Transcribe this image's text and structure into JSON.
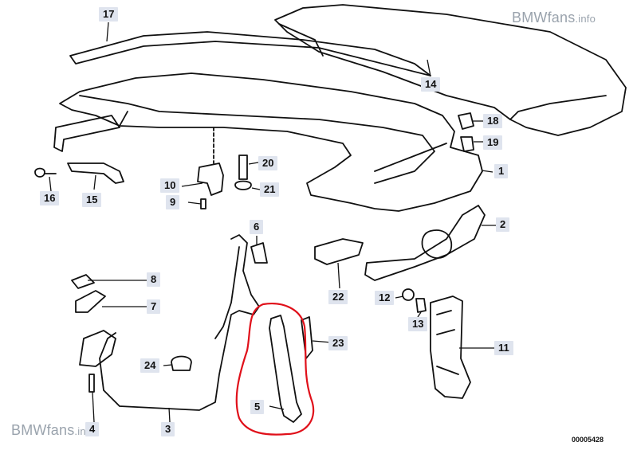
{
  "watermark_top": {
    "brand": "BMWfans",
    "suffix": ".info"
  },
  "watermark_bottom": {
    "brand": "BMWfans",
    "suffix": ".info"
  },
  "diagram_code": "00005428",
  "callouts": [
    "1",
    "2",
    "3",
    "4",
    "5",
    "6",
    "7",
    "8",
    "9",
    "10",
    "11",
    "12",
    "13",
    "14",
    "15",
    "16",
    "17",
    "18",
    "19",
    "20",
    "21",
    "22",
    "23",
    "24"
  ],
  "highlight_color": "#e0101a",
  "label_bg_color": "#dfe4ee"
}
